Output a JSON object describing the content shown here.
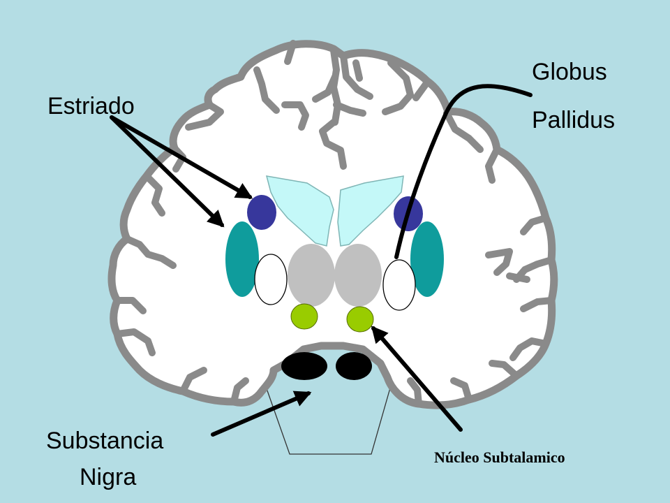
{
  "colors": {
    "background": "#b4dde4",
    "brain_fill": "#ffffff",
    "brain_outline": "#8a8a8a",
    "ventricle": "#c4f8f8",
    "caudate": "#37379c",
    "putamen": "#0f9c9c",
    "globus_pallidus": "#ffffff",
    "thalamus": "#c0c0c0",
    "subthalamic_nucleus": "#99cc00",
    "substantia_nigra": "#000000",
    "arrow": "#000000"
  },
  "labels": {
    "estriado": "Estriado",
    "globus_line1": "Globus",
    "globus_line2": "Pallidus",
    "substancia_line1": "Substancia",
    "substancia_line2": "Nigra",
    "nucleo": "Núcleo Subtalamico"
  }
}
